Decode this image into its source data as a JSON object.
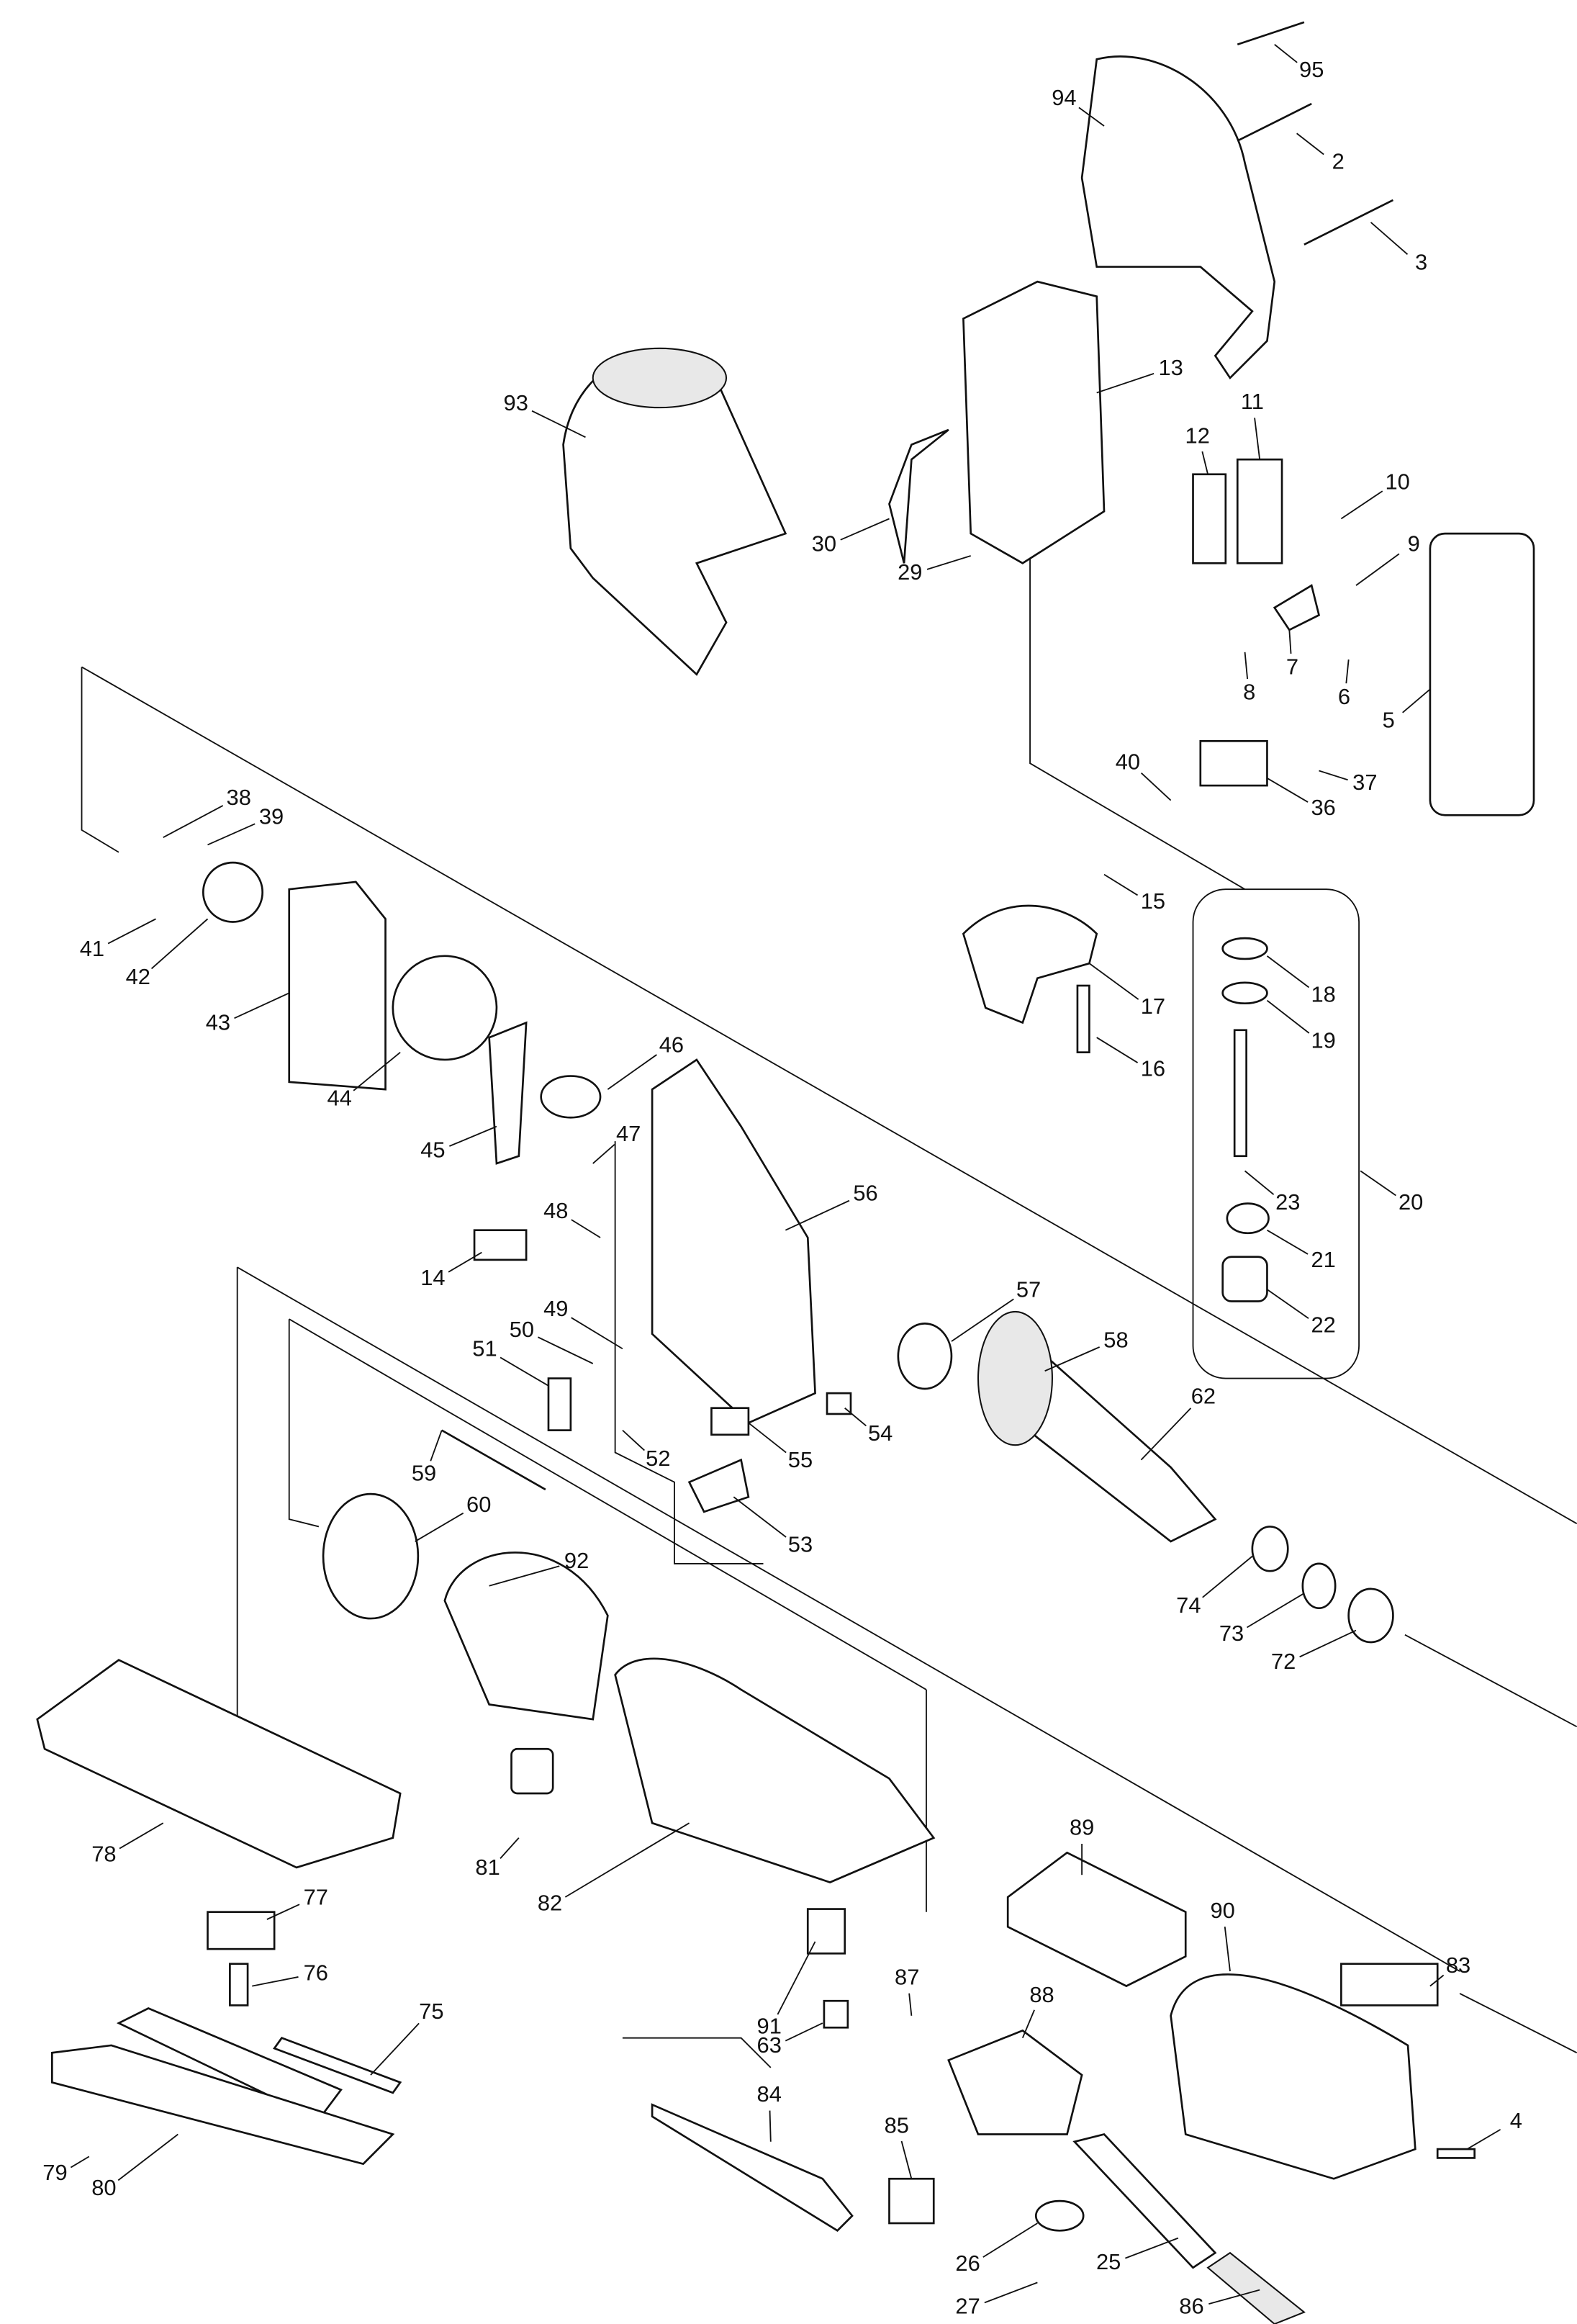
{
  "diagram": {
    "type": "exploded parts diagram",
    "line_color": "#111111",
    "background": "#ffffff",
    "callouts": [
      "95",
      "94",
      "2",
      "3",
      "13",
      "93",
      "11",
      "12",
      "10",
      "30",
      "29",
      "9",
      "8",
      "7",
      "6",
      "5",
      "40",
      "37",
      "36",
      "38",
      "39",
      "15",
      "41",
      "42",
      "18",
      "17",
      "43",
      "19",
      "16",
      "46",
      "44",
      "47",
      "45",
      "56",
      "23",
      "20",
      "48",
      "21",
      "14",
      "57",
      "49",
      "50",
      "22",
      "58",
      "51",
      "62",
      "54",
      "52",
      "55",
      "59",
      "60",
      "53",
      "92",
      "74",
      "73",
      "72",
      "89",
      "90",
      "78",
      "81",
      "82",
      "77",
      "83",
      "87",
      "76",
      "88",
      "91",
      "75",
      "63",
      "84",
      "85",
      "4",
      "79",
      "80",
      "26",
      "25",
      "27",
      "86"
    ]
  }
}
